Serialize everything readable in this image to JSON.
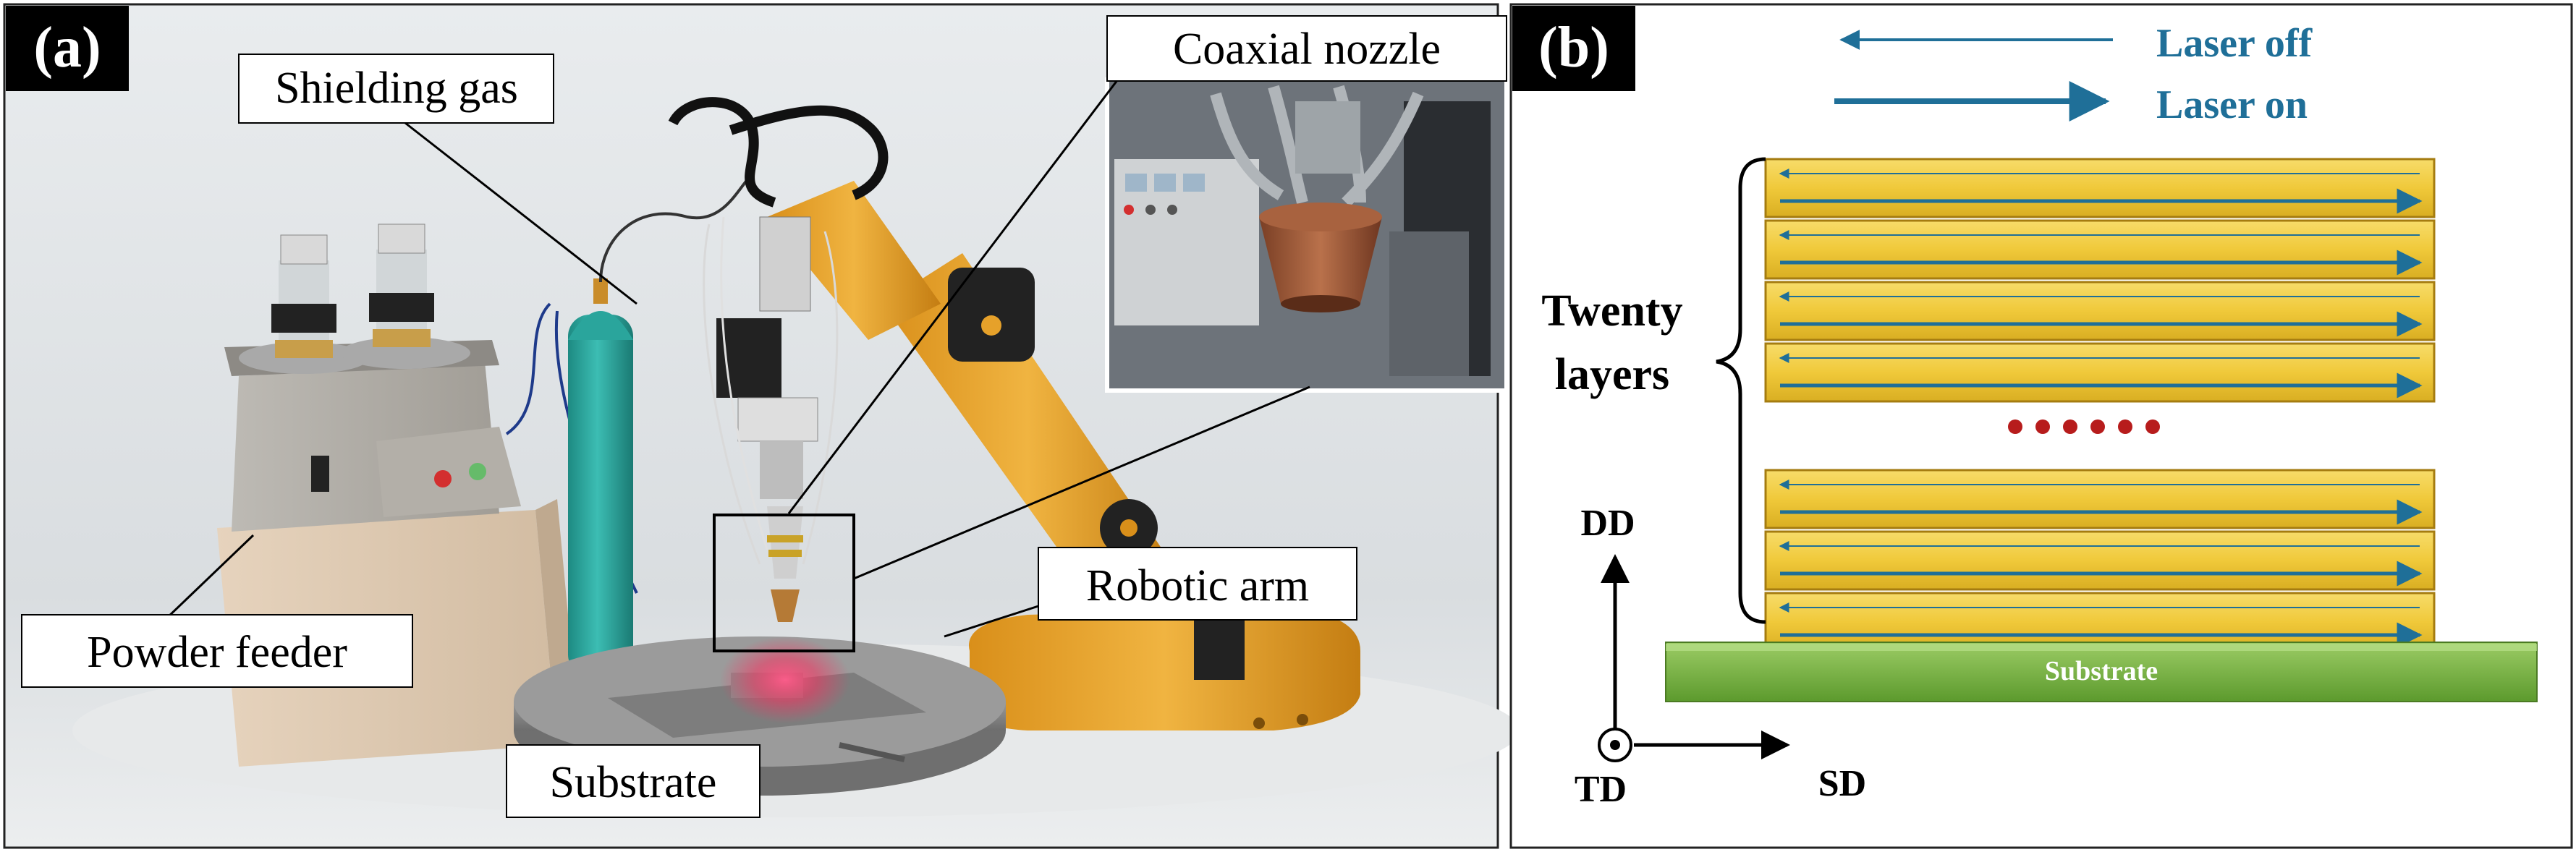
{
  "panel_a": {
    "tag": "(a)",
    "labels": {
      "shielding_gas": "Shielding gas",
      "coaxial_nozzle": "Coaxial nozzle",
      "powder_feeder": "Powder feeder",
      "robotic_arm": "Robotic arm",
      "substrate": "Substrate"
    }
  },
  "panel_b": {
    "tag": "(b)",
    "legend": {
      "laser_off": "Laser off",
      "laser_on": "Laser on"
    },
    "layer_label_line1": "Twenty",
    "layer_label_line2": "layers",
    "substrate": "Substrate",
    "axes": {
      "dd": "DD",
      "td": "TD",
      "sd": "SD"
    }
  },
  "colors": {
    "layer_fill": "#f0cc3a",
    "arrow_blue": "#1f6f98",
    "substrate_green": "#7cb342",
    "dots_red": "#b71c1c",
    "cylinder_teal": "#2aa59c",
    "arm_orange": "#e6a12a"
  }
}
